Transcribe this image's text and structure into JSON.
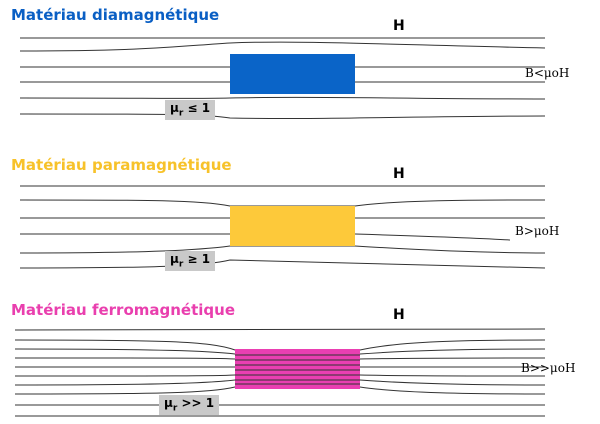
{
  "field_symbol": "H",
  "sections": [
    {
      "title": "Matériau diamagnétique",
      "title_color": "#0a5fc4",
      "block_color": "#0a64c8",
      "b_relation": "B<μoH",
      "mu_symbol": "μ",
      "mu_sub": "r",
      "mu_relation": "≤ 1"
    },
    {
      "title": "Matériau paramagnétique",
      "title_color": "#f7c22a",
      "block_color": "#fdc93a",
      "b_relation": "B>μoH",
      "mu_symbol": "μ",
      "mu_sub": "r",
      "mu_relation": "≥ 1"
    },
    {
      "title": "Matériau ferromagnétique",
      "title_color": "#e93fae",
      "block_color": "#ea3fb2",
      "b_relation": "B>>μoH",
      "mu_symbol": "μ",
      "mu_sub": "r",
      "mu_relation": ">> 1"
    }
  ]
}
